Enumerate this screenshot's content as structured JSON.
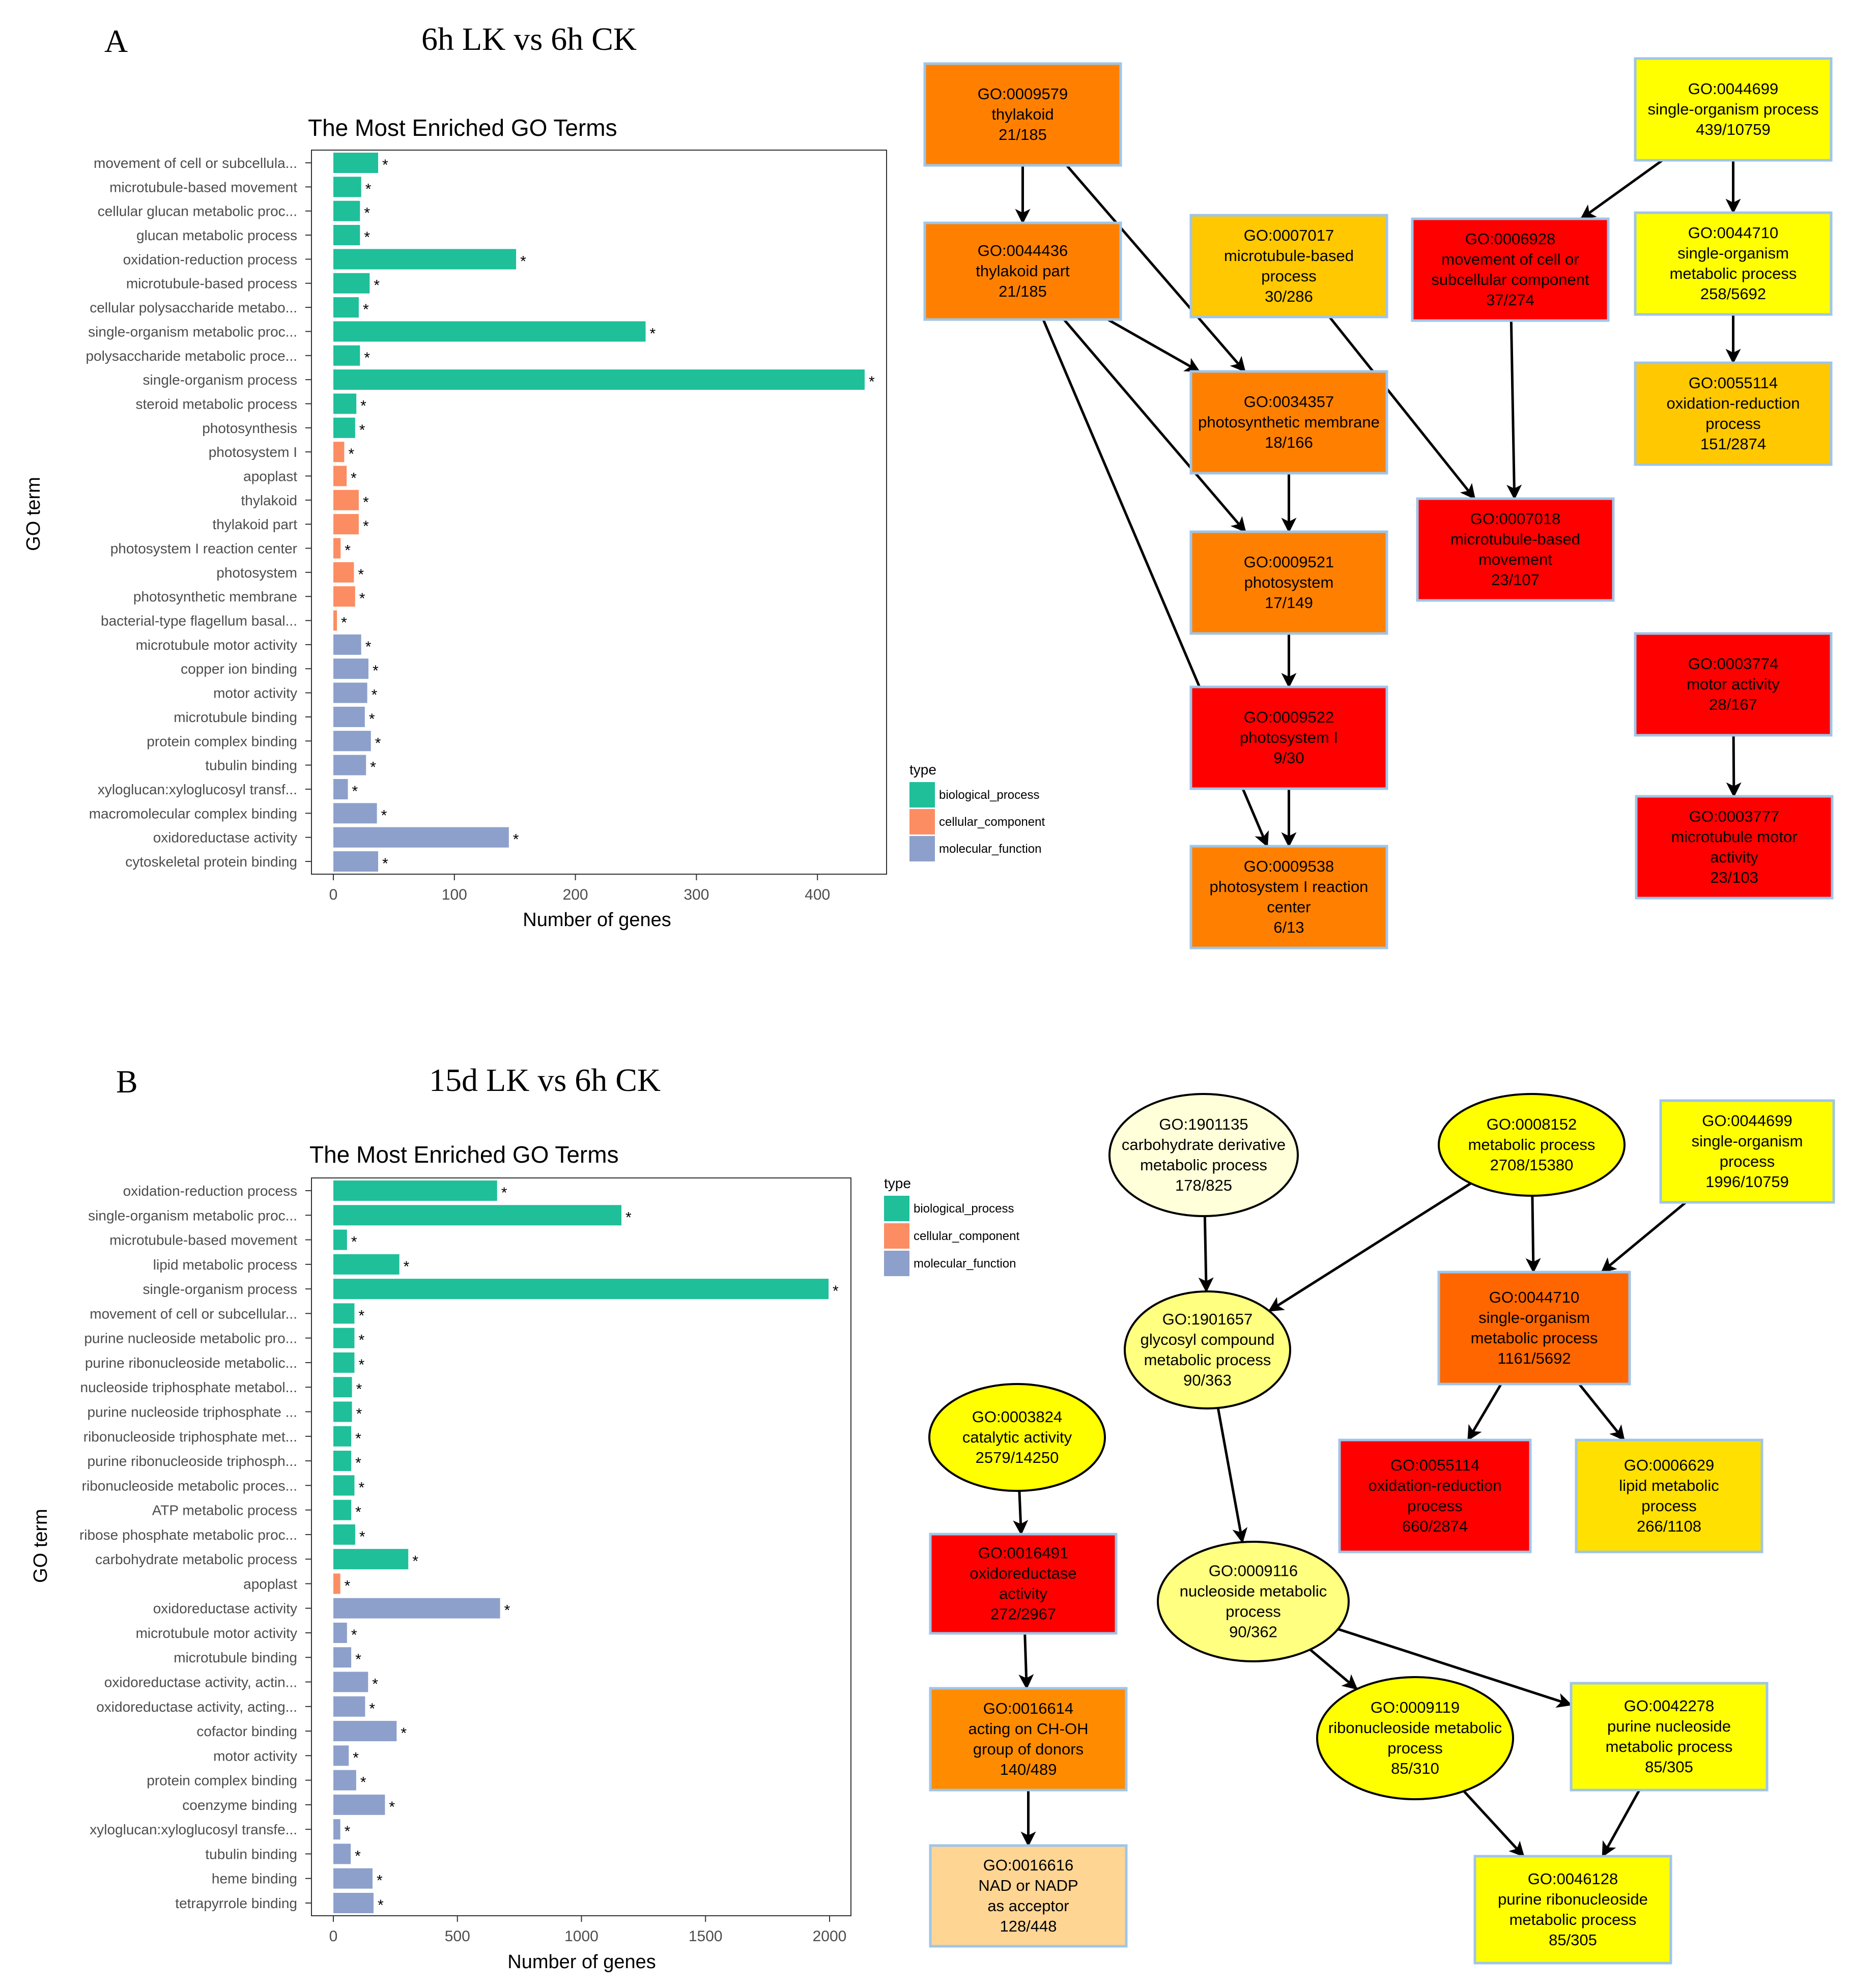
{
  "panels": [
    {
      "panel_letter": "A",
      "comparison_title": "6h LK vs 6h CK",
      "legend": {
        "title": "type",
        "items": [
          {
            "label": "biological_process",
            "color": "#1fbf9a"
          },
          {
            "label": "cellular_component",
            "color": "#fc8d62"
          },
          {
            "label": "molecular_function",
            "color": "#8da0cb"
          }
        ]
      },
      "graph": {
        "nodes": [
          {
            "id": "a1",
            "shape": "rect",
            "fill": "#ff8000",
            "lines": [
              "GO:0009579",
              "thylakoid",
              "21/185"
            ]
          },
          {
            "id": "a2",
            "shape": "rect",
            "fill": "#ff8000",
            "lines": [
              "GO:0044436",
              "thylakoid part",
              "21/185"
            ]
          },
          {
            "id": "a3",
            "shape": "rect",
            "fill": "#ffc800",
            "lines": [
              "GO:0007017",
              "microtubule-based",
              "process",
              "30/286"
            ]
          },
          {
            "id": "a4",
            "shape": "rect",
            "fill": "#ff0000",
            "lines": [
              "GO:0006928",
              "movement of cell or",
              "subcellular component",
              "37/274"
            ]
          },
          {
            "id": "a5",
            "shape": "rect",
            "fill": "#ffff00",
            "lines": [
              "GO:0044699",
              "single-organism process",
              "439/10759"
            ]
          },
          {
            "id": "a6",
            "shape": "rect",
            "fill": "#ffff00",
            "lines": [
              "GO:0044710",
              "single-organism",
              "metabolic process",
              "258/5692"
            ]
          },
          {
            "id": "a7",
            "shape": "rect",
            "fill": "#ff8000",
            "lines": [
              "GO:0034357",
              "photosynthetic membrane",
              "18/166"
            ]
          },
          {
            "id": "a8",
            "shape": "rect",
            "fill": "#ffc800",
            "lines": [
              "GO:0055114",
              "oxidation-reduction",
              "process",
              "151/2874"
            ]
          },
          {
            "id": "a9",
            "shape": "rect",
            "fill": "#ff0000",
            "lines": [
              "GO:0007018",
              "microtubule-based",
              "movement",
              "23/107"
            ]
          },
          {
            "id": "a10",
            "shape": "rect",
            "fill": "#ff8000",
            "lines": [
              "GO:0009521",
              "photosystem",
              "17/149"
            ]
          },
          {
            "id": "a11",
            "shape": "rect",
            "fill": "#ff0000",
            "lines": [
              "GO:0003774",
              "motor activity",
              "28/167"
            ]
          },
          {
            "id": "a12",
            "shape": "rect",
            "fill": "#ff0000",
            "lines": [
              "GO:0009522",
              "photosystem I",
              "9/30"
            ]
          },
          {
            "id": "a13",
            "shape": "rect",
            "fill": "#ff0000",
            "lines": [
              "GO:0003777",
              "microtubule motor",
              "activity",
              "23/103"
            ]
          },
          {
            "id": "a14",
            "shape": "rect",
            "fill": "#ff8000",
            "lines": [
              "GO:0009538",
              "photosystem I reaction",
              "center",
              "6/13"
            ]
          }
        ],
        "edges": [
          {
            "from": "a1",
            "to": "a2"
          },
          {
            "from": "a1",
            "to": "a7"
          },
          {
            "from": "a2",
            "to": "a7"
          },
          {
            "from": "a2",
            "to": "a10"
          },
          {
            "from": "a2",
            "to": "a14"
          },
          {
            "from": "a3",
            "to": "a9"
          },
          {
            "from": "a4",
            "to": "a9"
          },
          {
            "from": "a5",
            "to": "a4"
          },
          {
            "from": "a5",
            "to": "a6"
          },
          {
            "from": "a6",
            "to": "a8"
          },
          {
            "from": "a7",
            "to": "a10"
          },
          {
            "from": "a10",
            "to": "a12"
          },
          {
            "from": "a12",
            "to": "a14"
          },
          {
            "from": "a11",
            "to": "a13"
          }
        ]
      }
    },
    {
      "panel_letter": "B",
      "comparison_title": "15d LK vs 6h CK",
      "legend": {
        "title": "type",
        "items": [
          {
            "label": "biological_process",
            "color": "#1fbf9a"
          },
          {
            "label": "cellular_component",
            "color": "#fc8d62"
          },
          {
            "label": "molecular_function",
            "color": "#8da0cb"
          }
        ]
      },
      "graph": {
        "nodes": [
          {
            "id": "b1",
            "shape": "ellipse",
            "fill": "#ffffd9",
            "lines": [
              "GO:1901135",
              "carbohydrate derivative",
              "metabolic process",
              "178/825"
            ]
          },
          {
            "id": "b2",
            "shape": "ellipse",
            "fill": "#ffff00",
            "lines": [
              "GO:0008152",
              "metabolic process",
              "2708/15380"
            ]
          },
          {
            "id": "b3",
            "shape": "rect",
            "fill": "#ffff00",
            "lines": [
              "GO:0044699",
              "single-organism",
              "process",
              "1996/10759"
            ]
          },
          {
            "id": "b4",
            "shape": "ellipse",
            "fill": "#ffff80",
            "lines": [
              "GO:1901657",
              "glycosyl compound",
              "metabolic process",
              "90/363"
            ]
          },
          {
            "id": "b5",
            "shape": "rect",
            "fill": "#ff6600",
            "lines": [
              "GO:0044710",
              "single-organism",
              "metabolic process",
              "1161/5692"
            ]
          },
          {
            "id": "b6",
            "shape": "ellipse",
            "fill": "#ffff00",
            "lines": [
              "GO:0003824",
              "catalytic activity",
              "2579/14250"
            ]
          },
          {
            "id": "b7",
            "shape": "rect",
            "fill": "#ff0000",
            "lines": [
              "GO:0055114",
              "oxidation-reduction",
              "process",
              "660/2874"
            ]
          },
          {
            "id": "b8",
            "shape": "rect",
            "fill": "#ffe000",
            "lines": [
              "GO:0006629",
              "lipid metabolic",
              "process",
              "266/1108"
            ]
          },
          {
            "id": "b9",
            "shape": "rect",
            "fill": "#ff0000",
            "lines": [
              "GO:0016491",
              "oxidoreductase",
              "activity",
              "272/2967"
            ]
          },
          {
            "id": "b10",
            "shape": "ellipse",
            "fill": "#ffff80",
            "lines": [
              "GO:0009116",
              "nucleoside metabolic",
              "process",
              "90/362"
            ]
          },
          {
            "id": "b11",
            "shape": "rect",
            "fill": "#ff8c00",
            "lines": [
              "GO:0016614",
              "acting on CH-OH",
              "group of donors",
              "140/489"
            ]
          },
          {
            "id": "b12",
            "shape": "ellipse",
            "fill": "#ffff00",
            "lines": [
              "GO:0009119",
              "ribonucleoside metabolic",
              "process",
              "85/310"
            ]
          },
          {
            "id": "b13",
            "shape": "rect",
            "fill": "#ffff00",
            "lines": [
              "GO:0042278",
              "purine nucleoside",
              "metabolic process",
              "85/305"
            ]
          },
          {
            "id": "b14",
            "shape": "rect",
            "fill": "#ffd594",
            "lines": [
              "GO:0016616",
              "NAD or NADP",
              "as acceptor",
              "128/448"
            ]
          },
          {
            "id": "b15",
            "shape": "rect",
            "fill": "#ffff00",
            "lines": [
              "GO:0046128",
              "purine ribonucleoside",
              "metabolic process",
              "85/305"
            ]
          }
        ],
        "edges": [
          {
            "from": "b1",
            "to": "b4"
          },
          {
            "from": "b2",
            "to": "b4"
          },
          {
            "from": "b2",
            "to": "b5"
          },
          {
            "from": "b3",
            "to": "b5"
          },
          {
            "from": "b5",
            "to": "b7"
          },
          {
            "from": "b5",
            "to": "b8"
          },
          {
            "from": "b4",
            "to": "b10"
          },
          {
            "from": "b10",
            "to": "b12"
          },
          {
            "from": "b10",
            "to": "b13"
          },
          {
            "from": "b12",
            "to": "b15"
          },
          {
            "from": "b13",
            "to": "b15"
          },
          {
            "from": "b6",
            "to": "b9"
          },
          {
            "from": "b9",
            "to": "b11"
          },
          {
            "from": "b11",
            "to": "b14"
          }
        ]
      }
    }
  ],
  "chart_data": [
    {
      "type": "bar",
      "orientation": "horizontal",
      "title": "The Most Enriched GO Terms",
      "xlabel": "Number of genes",
      "ylabel": "GO term",
      "xlim": [
        0,
        450
      ],
      "xticks": [
        0,
        100,
        200,
        300,
        400
      ],
      "grid": false,
      "legend_position": "right",
      "colors": {
        "biological_process": "#1fbf9a",
        "cellular_component": "#fc8d62",
        "molecular_function": "#8da0cb"
      },
      "categories": [
        "movement of cell or subcellula...",
        "microtubule-based movement",
        "cellular glucan metabolic proc...",
        "glucan metabolic process",
        "oxidation-reduction process",
        "microtubule-based process",
        "cellular polysaccharide metabo...",
        "single-organism metabolic proc...",
        "polysaccharide metabolic proce...",
        "single-organism process",
        "steroid metabolic process",
        "photosynthesis",
        "photosystem I",
        "apoplast",
        "thylakoid",
        "thylakoid part",
        "photosystem I reaction center",
        "photosystem",
        "photosynthetic membrane",
        "bacterial-type flagellum basal...",
        "microtubule motor activity",
        "copper ion binding",
        "motor activity",
        "microtubule binding",
        "protein complex binding",
        "tubulin binding",
        "xyloglucan:xyloglucosyl transf...",
        "macromolecular complex binding",
        "oxidoreductase activity",
        "cytoskeletal protein binding"
      ],
      "values": [
        37,
        23,
        22,
        22,
        151,
        30,
        21,
        258,
        22,
        439,
        19,
        18,
        9,
        11,
        21,
        21,
        6,
        17,
        18,
        3,
        23,
        29,
        28,
        26,
        31,
        27,
        12,
        36,
        145,
        37
      ],
      "types": [
        "biological_process",
        "biological_process",
        "biological_process",
        "biological_process",
        "biological_process",
        "biological_process",
        "biological_process",
        "biological_process",
        "biological_process",
        "biological_process",
        "biological_process",
        "biological_process",
        "cellular_component",
        "cellular_component",
        "cellular_component",
        "cellular_component",
        "cellular_component",
        "cellular_component",
        "cellular_component",
        "cellular_component",
        "molecular_function",
        "molecular_function",
        "molecular_function",
        "molecular_function",
        "molecular_function",
        "molecular_function",
        "molecular_function",
        "molecular_function",
        "molecular_function",
        "molecular_function"
      ],
      "significance_marker": "*"
    },
    {
      "type": "bar",
      "orientation": "horizontal",
      "title": "The Most Enriched GO Terms",
      "xlabel": "Number of genes",
      "ylabel": "GO term",
      "xlim": [
        0,
        2100
      ],
      "xticks": [
        0,
        500,
        1000,
        1500,
        2000
      ],
      "grid": false,
      "legend_position": "top-right",
      "colors": {
        "biological_process": "#1fbf9a",
        "cellular_component": "#fc8d62",
        "molecular_function": "#8da0cb"
      },
      "categories": [
        "oxidation-reduction process",
        "single-organism metabolic proc...",
        "microtubule-based movement",
        "lipid metabolic process",
        "single-organism process",
        "movement of cell or subcellular...",
        "purine nucleoside metabolic pro...",
        "purine ribonucleoside metabolic...",
        "nucleoside triphosphate metabol...",
        "purine nucleoside triphosphate ...",
        "ribonucleoside triphosphate met...",
        "purine ribonucleoside triphosph...",
        "ribonucleoside metabolic proces...",
        "ATP metabolic process",
        "ribose phosphate metabolic proc...",
        "carbohydrate metabolic process",
        "apoplast",
        "oxidoreductase activity",
        "microtubule motor activity",
        "microtubule binding",
        "oxidoreductase activity, actin...",
        "oxidoreductase activity, acting...",
        "cofactor binding",
        "motor activity",
        "protein complex binding",
        "coenzyme binding",
        "xyloglucan:xyloglucosyl transfe...",
        "tubulin binding",
        "heme binding",
        "tetrapyrrole binding"
      ],
      "values": [
        660,
        1161,
        55,
        266,
        1996,
        85,
        85,
        85,
        75,
        75,
        72,
        72,
        85,
        72,
        88,
        302,
        28,
        672,
        55,
        72,
        140,
        128,
        255,
        62,
        92,
        208,
        28,
        70,
        158,
        162
      ],
      "types": [
        "biological_process",
        "biological_process",
        "biological_process",
        "biological_process",
        "biological_process",
        "biological_process",
        "biological_process",
        "biological_process",
        "biological_process",
        "biological_process",
        "biological_process",
        "biological_process",
        "biological_process",
        "biological_process",
        "biological_process",
        "biological_process",
        "cellular_component",
        "molecular_function",
        "molecular_function",
        "molecular_function",
        "molecular_function",
        "molecular_function",
        "molecular_function",
        "molecular_function",
        "molecular_function",
        "molecular_function",
        "molecular_function",
        "molecular_function",
        "molecular_function",
        "molecular_function"
      ],
      "significance_marker": "*"
    }
  ]
}
